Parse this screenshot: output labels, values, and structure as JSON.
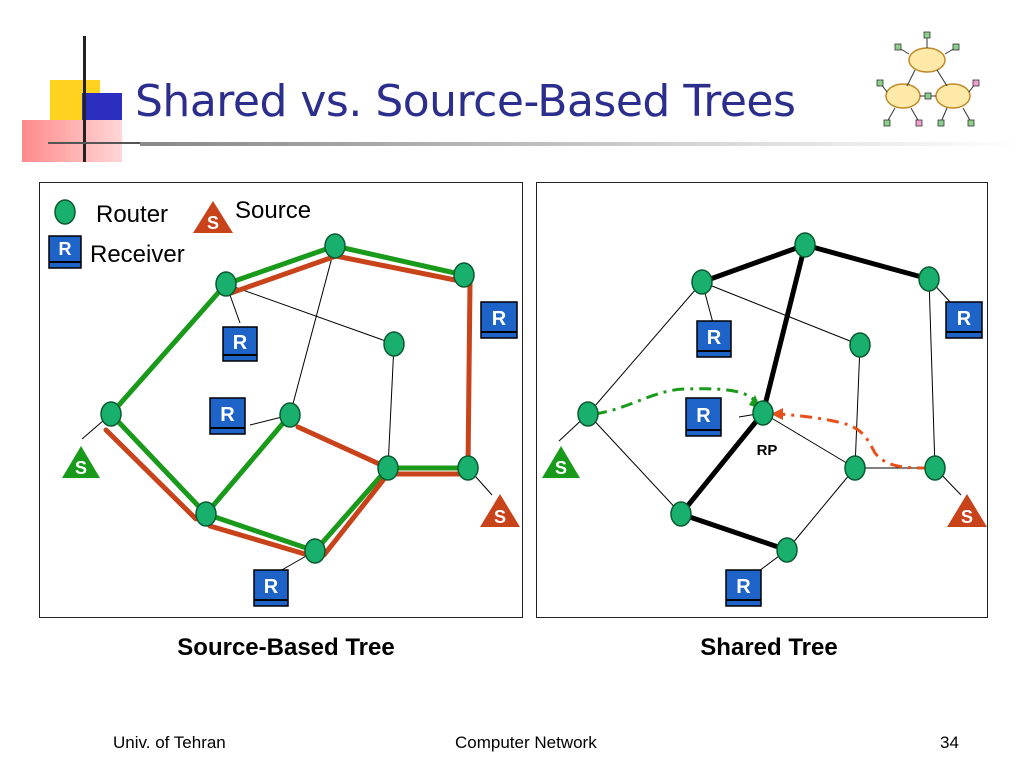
{
  "slide": {
    "title": "Shared vs. Source-Based Trees"
  },
  "legend": {
    "router_label": "Router",
    "source_label": "Source",
    "receiver_label": "Receiver",
    "source_symbol": "S",
    "receiver_symbol": "R"
  },
  "diagrams": {
    "left_caption": "Source-Based Tree",
    "right_caption": "Shared Tree",
    "rp_label": "RP",
    "source_symbol": "S",
    "receiver_symbol": "R"
  },
  "footer": {
    "left": "Univ. of Tehran",
    "center": "Computer Network",
    "page_number": "34"
  },
  "colors": {
    "title": "#2b2e8c",
    "router_fill": "#18b06c",
    "green_path": "#1a9a1a",
    "red_path": "#c8421a",
    "receiver_fill": "#1e63c8",
    "source_red": "#c8421a",
    "source_green": "#1a9a1a",
    "rp_dash_green": "#1a9a1a",
    "rp_dash_red": "#e8501a"
  },
  "icons": {
    "router": "green-oval-icon",
    "receiver": "blue-square-r-icon",
    "source": "triangle-s-icon",
    "network": "cloud-network-icon"
  }
}
